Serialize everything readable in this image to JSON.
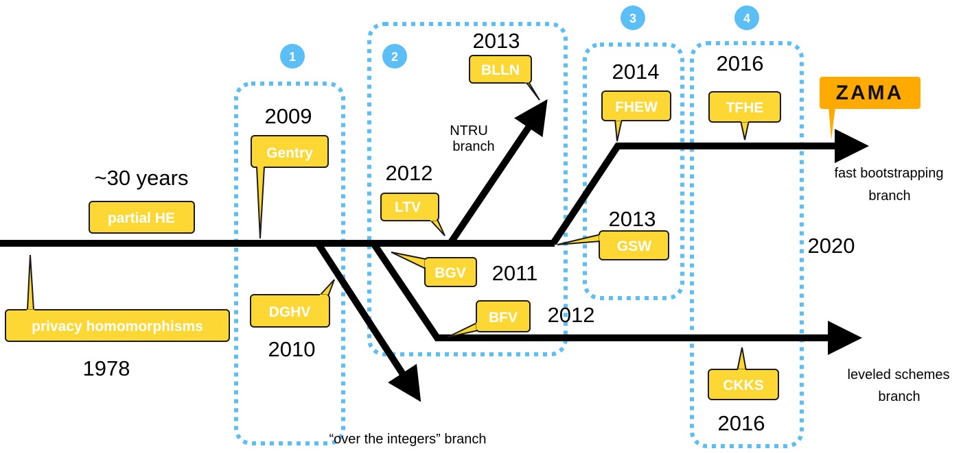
{
  "title": "Timeline of homomorphic encryption schemes",
  "colors": {
    "tag_fill": "#FDD835",
    "tag_stroke": "#1a1a1a",
    "tag_text": "#ffffff",
    "era_box": "#5BBEF5",
    "era_circle": "#5BBEF5",
    "zama_fill": "#FFAA00",
    "line": "#000000"
  },
  "eras": [
    {
      "number": "1"
    },
    {
      "number": "2"
    },
    {
      "number": "3"
    },
    {
      "number": "4"
    }
  ],
  "milestones": {
    "privacy_homomorphisms": {
      "label": "privacy homomorphisms",
      "year": "1978"
    },
    "partial_he": {
      "label": "partial HE",
      "note": "~30 years"
    },
    "gentry": {
      "label": "Gentry",
      "year": "2009"
    },
    "dghv": {
      "label": "DGHV",
      "year": "2010"
    },
    "ltv": {
      "label": "LTV",
      "year": "2012"
    },
    "blln": {
      "label": "BLLN",
      "year": "2013"
    },
    "bgv": {
      "label": "BGV",
      "year": "2011"
    },
    "bfv": {
      "label": "BFV",
      "year": "2012"
    },
    "gsw": {
      "label": "GSW",
      "year": "2013"
    },
    "fhew": {
      "label": "FHEW",
      "year": "2014"
    },
    "tfhe": {
      "label": "TFHE",
      "year": "2016"
    },
    "ckks": {
      "label": "CKKS",
      "year": "2016"
    },
    "zama": {
      "label": "ZAMA",
      "year": "2020"
    }
  },
  "branches": {
    "ntru": {
      "line1": "NTRU",
      "line2": "branch"
    },
    "integers": {
      "label": "“over the integers” branch"
    },
    "fast_bootstrapping": {
      "line1": "fast bootstrapping",
      "line2": "branch"
    },
    "leveled": {
      "line1": "leveled schemes",
      "line2": "branch"
    }
  }
}
